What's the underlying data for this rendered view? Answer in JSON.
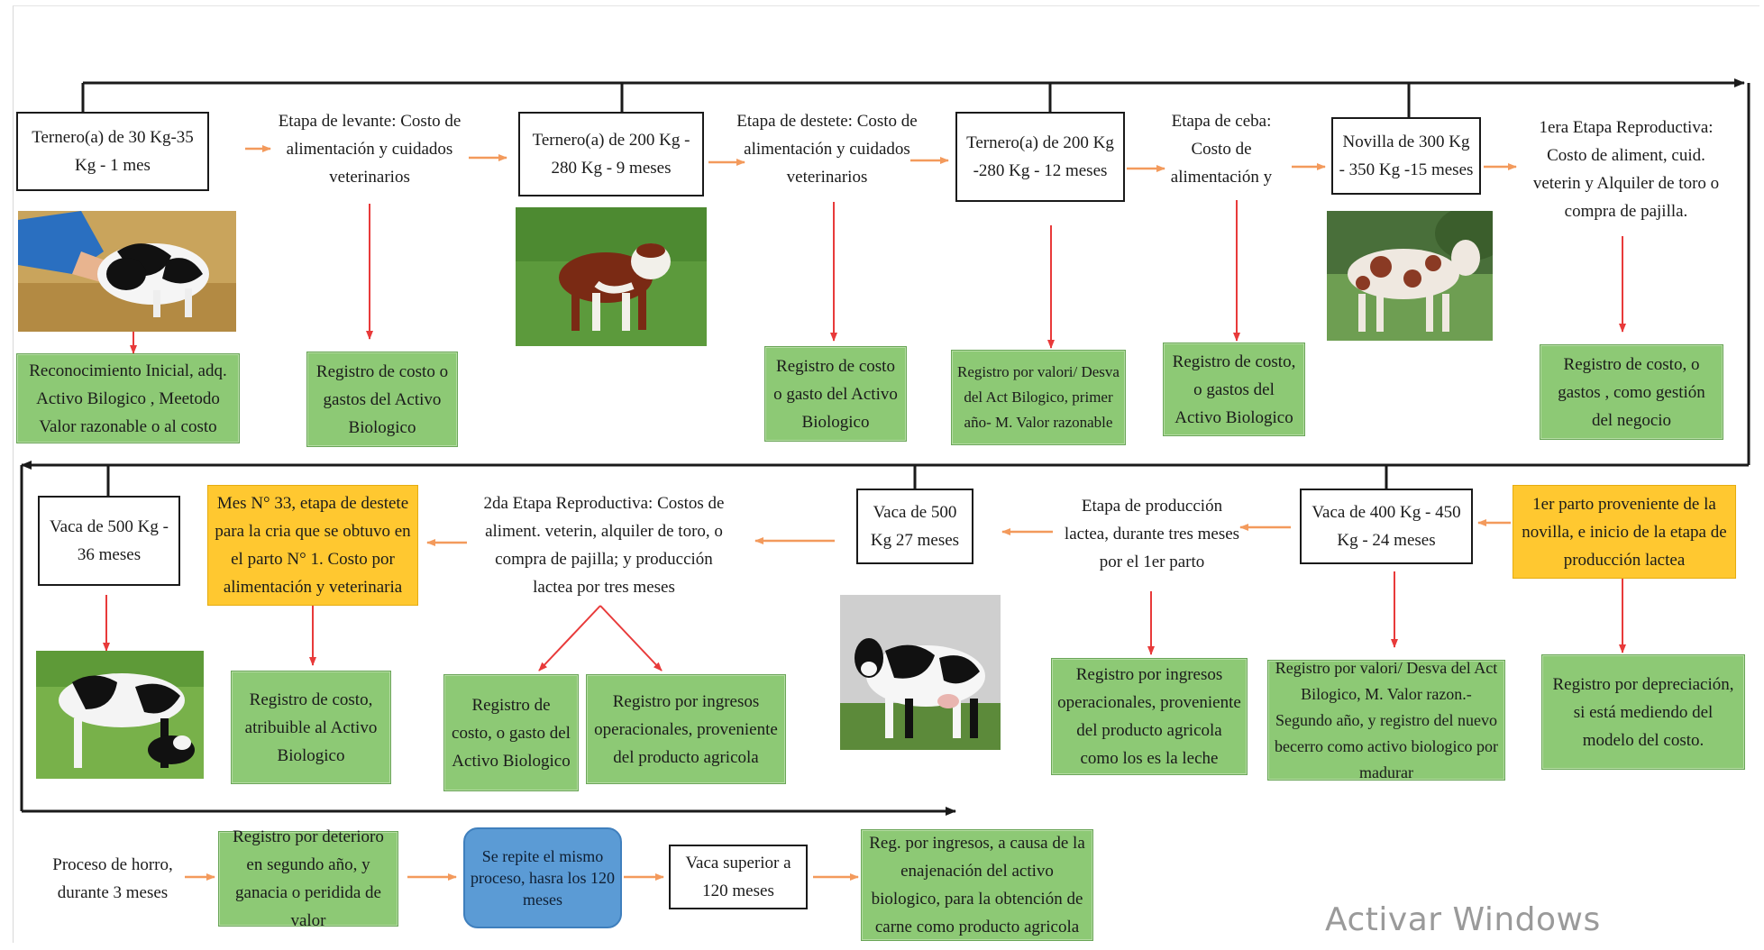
{
  "colors": {
    "orange_arrow": "#f39a5c",
    "red_arrow": "#e83a3a",
    "green_box": "#8dc975",
    "yellow_box": "#ffc830",
    "blue_box": "#5b9bd5",
    "timeline": "#1a1a1a"
  },
  "row1": {
    "stage1": "Ternero(a) de 30 Kg-35 Kg - 1 mes",
    "process1": "Etapa de levante: Costo de alimentación y cuidados veterinarios",
    "stage2": "Ternero(a) de 200 Kg - 280 Kg - 9 meses",
    "process2": "Etapa de destete: Costo de alimentación y cuidados veterinarios",
    "stage3": "Ternero(a) de 200 Kg -280 Kg - 12 meses",
    "process3": "Etapa de ceba: Costo de alimentación y",
    "stage4": "Novilla de 300 Kg - 350 Kg -15 meses",
    "process4": "1era Etapa Reproductiva: Costo de aliment, cuid. veterin y Alquiler de toro o compra de pajilla."
  },
  "row1_records": {
    "r1": "Reconocimiento Inicial, adq. Activo Bilogico , Meetodo Valor razonable o al costo",
    "r2": "Registro de costo  o gastos del Activo Biologico",
    "r3": "Registro de costo o gasto  del Activo Biologico",
    "r4": "Registro por valori/ Desva del Act Bilogico, primer año- M. Valor razonable",
    "r5": "Registro de costo, o gastos del Activo Biologico",
    "r6": "Registro de costo, o gastos , como gestión del negocio"
  },
  "row2": {
    "stage_final": "Vaca de 500 Kg  - 36 meses",
    "month33": "Mes N° 33, etapa de destete para la cria que se obtuvo en el parto N° 1. Costo por alimentación y veterinaria",
    "second_repro": "2da Etapa Reproductiva: Costos de aliment. veterin, alquiler de toro, o compra de pajilla; y producción lactea por tres meses",
    "stage27": "Vaca de 500 Kg 27 meses",
    "milk_stage": "Etapa de producción lactea, durante tres meses por el 1er parto",
    "stage24": "Vaca de 400 Kg - 450 Kg - 24 meses",
    "first_birth": "1er parto proveniente de la novilla, e inicio de la etapa de producción lactea"
  },
  "row2_records": {
    "r7": "Registro de costo, atribuible al Activo Biologico",
    "r8": "Registro de costo, o gasto del Activo Biologico",
    "r9": "Registro por ingresos operacionales, proveniente del producto agricola",
    "r10": "Registro por ingresos operacionales, proveniente del producto agricola como los es la leche",
    "r11": "Registro por valori/ Desva del Act Bilogico, M. Valor razon.- Segundo año, y registro del nuevo becerro como activo biologico por madurar",
    "r12": "Registro por depreciación, si está mediendo del modelo del costo."
  },
  "row3": {
    "dry": "Proceso de horro, durante 3 meses",
    "impairment": "Registro por deterioro en segundo año, y ganacia o peridida de valor",
    "repeat": "Se repite el mismo proceso, hasra los 120 meses",
    "old_cow": "Vaca superior a 120 meses",
    "sale": "Reg. por ingresos, a causa de la enajenación del activo biologico, para la obtención de carne como producto agricola"
  },
  "photos": [
    {
      "name": "calf-being-held-photo",
      "desc": "newborn black and white calf"
    },
    {
      "name": "brown-white-calf-photo",
      "desc": "brown and white calf on grass"
    },
    {
      "name": "heifer-photo",
      "desc": "brown spotted heifer"
    },
    {
      "name": "holstein-cow-photo",
      "desc": "black and white cow"
    },
    {
      "name": "cow-with-calf-photo",
      "desc": "cow nursing calf"
    }
  ],
  "watermark": "Activar Windows"
}
